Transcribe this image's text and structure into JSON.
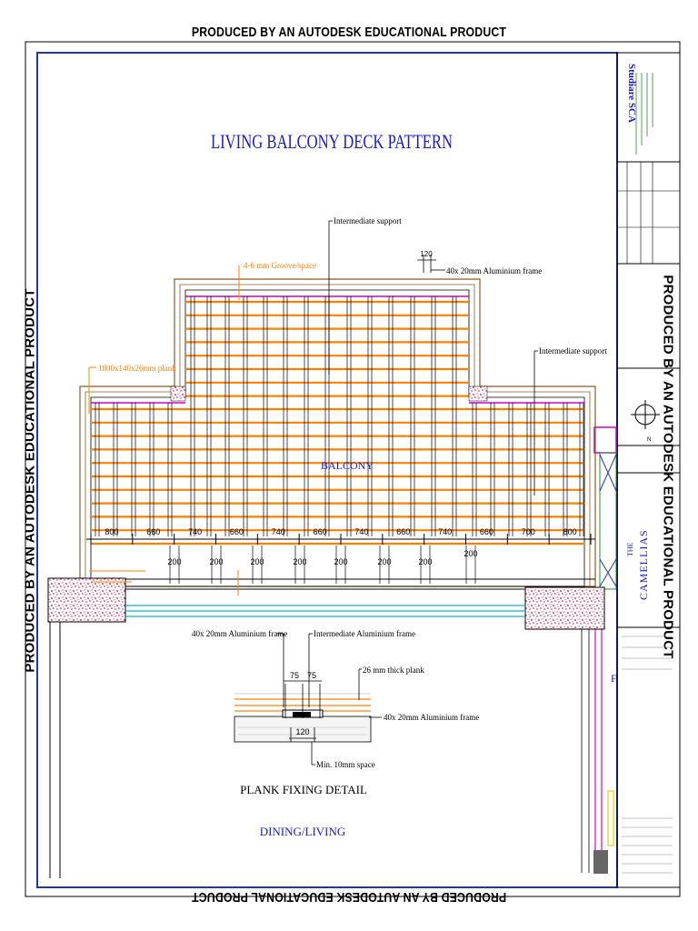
{
  "watermark": "PRODUCED BY AN AUTODESK EDUCATIONAL PRODUCT",
  "title": "LIVING BALCONY DECK PATTERN",
  "room_balcony": "BALCONY",
  "room_dining": "DINING/LIVING",
  "detail_title": "PLANK FIXING DETAIL",
  "callouts": {
    "intermediate_support_top": "Intermediate support",
    "groove": "4-6 mm Groove/space",
    "frame_top_dim": "120",
    "frame_top": "40x 20mm Aluminium frame",
    "plank": "1800x140x26mm plank",
    "intermediate_support_right": "Intermediate support"
  },
  "dims_upper": [
    "800",
    "660",
    "740",
    "660",
    "740",
    "660",
    "740",
    "660",
    "740",
    "660",
    "700",
    "800"
  ],
  "dims_lower": [
    "200",
    "200",
    "200",
    "200",
    "200",
    "200",
    "200",
    "200"
  ],
  "detail": {
    "frame_left": "40x 20mm Aluminium frame",
    "frame_mid": "Intermediate Aluminium frame",
    "dim_a": "75",
    "dim_b": "75",
    "plank": "26 mm thick plank",
    "frame_right": "40x 20mm Aluminium frame",
    "dim_c": "120",
    "min_space": "Min. 10mm space"
  },
  "titleblock": {
    "firm": "Studiare SCA",
    "project_the": "THE",
    "project_name": "CAMELLIAS"
  },
  "colors": {
    "border": "#2233bb",
    "plank": "#ff8000",
    "frame": "#000000",
    "text_blue": "#1a1acc",
    "magenta": "#d000d0"
  }
}
